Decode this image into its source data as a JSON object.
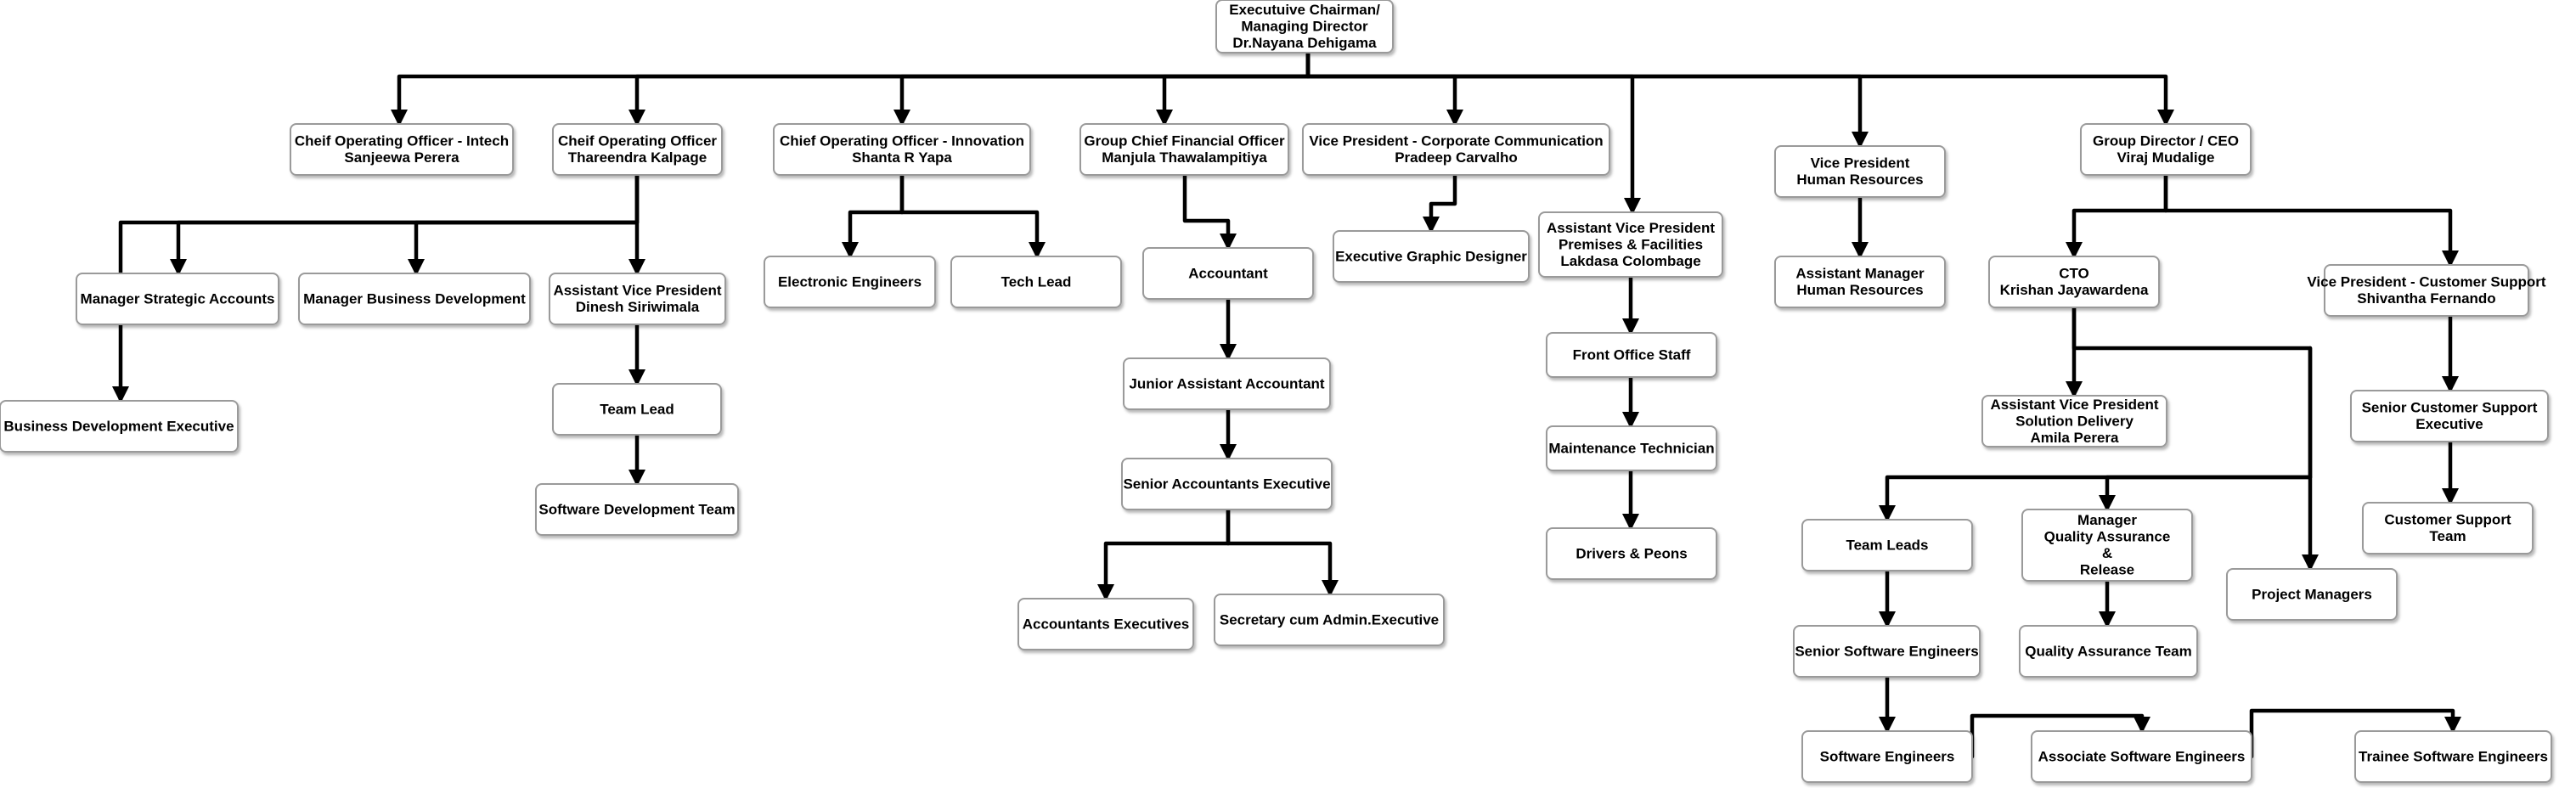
{
  "nodes": [
    {
      "id": "chairman",
      "lines": [
        "Executuive Chairman/",
        "Managing Director",
        "Dr.Nayana Dehigama"
      ]
    },
    {
      "id": "coo-intech",
      "lines": [
        "Cheif Operating Officer - Intech",
        "Sanjeewa Perera"
      ]
    },
    {
      "id": "coo-thareendra",
      "lines": [
        "Cheif Operating Officer",
        "Thareendra Kalpage"
      ]
    },
    {
      "id": "coo-innovation",
      "lines": [
        "Chief Operating Officer - Innovation",
        "Shanta R Yapa"
      ]
    },
    {
      "id": "cfo",
      "lines": [
        "Group Chief Financial Officer",
        "Manjula Thawalampitiya"
      ]
    },
    {
      "id": "vp-corp-comm",
      "lines": [
        "Vice President - Corporate Communication",
        "Pradeep Carvalho"
      ]
    },
    {
      "id": "vp-hr",
      "lines": [
        "Vice President",
        "Human Resources"
      ]
    },
    {
      "id": "group-ceo",
      "lines": [
        "Group Director / CEO",
        "Viraj Mudalige"
      ]
    },
    {
      "id": "mgr-strategic",
      "lines": [
        "Manager Strategic Accounts"
      ]
    },
    {
      "id": "mgr-bizdev",
      "lines": [
        "Manager Business Development"
      ]
    },
    {
      "id": "avp-dinesh",
      "lines": [
        "Assistant Vice President",
        "Dinesh Siriwimala"
      ]
    },
    {
      "id": "bde",
      "lines": [
        "Business Development Executive"
      ]
    },
    {
      "id": "team-lead-1",
      "lines": [
        "Team Lead"
      ]
    },
    {
      "id": "sw-dev-team",
      "lines": [
        "Software Development Team"
      ]
    },
    {
      "id": "electronic-eng",
      "lines": [
        "Electronic Engineers"
      ]
    },
    {
      "id": "tech-lead",
      "lines": [
        "Tech Lead"
      ]
    },
    {
      "id": "accountant",
      "lines": [
        "Accountant"
      ]
    },
    {
      "id": "jr-asst-accountant",
      "lines": [
        "Junior Assistant Accountant"
      ]
    },
    {
      "id": "sr-accountants-exec",
      "lines": [
        "Senior Accountants Executive"
      ]
    },
    {
      "id": "accountants-execs",
      "lines": [
        "Accountants Executives"
      ]
    },
    {
      "id": "secretary",
      "lines": [
        "Secretary  cum Admin.Executive"
      ]
    },
    {
      "id": "exec-graphic",
      "lines": [
        "Executive Graphic Designer"
      ]
    },
    {
      "id": "avp-premises",
      "lines": [
        "Assistant Vice President",
        "Premises & Facilities",
        "Lakdasa Colombage"
      ]
    },
    {
      "id": "front-office",
      "lines": [
        "Front Office Staff"
      ]
    },
    {
      "id": "maintenance",
      "lines": [
        "Maintenance Technician"
      ]
    },
    {
      "id": "drivers",
      "lines": [
        "Drivers & Peons"
      ]
    },
    {
      "id": "asst-mgr-hr",
      "lines": [
        "Assistant Manager",
        "Human Resources"
      ]
    },
    {
      "id": "cto",
      "lines": [
        "CTO",
        "Krishan Jayawardena"
      ]
    },
    {
      "id": "vp-cust-support",
      "lines": [
        "Vice President - Customer Support",
        "Shivantha Fernando"
      ]
    },
    {
      "id": "avp-solution",
      "lines": [
        "Assistant Vice President",
        "Solution Delivery",
        "Amila Perera"
      ]
    },
    {
      "id": "team-leads",
      "lines": [
        "Team Leads"
      ]
    },
    {
      "id": "mgr-qa",
      "lines": [
        "Manager",
        "Quality Assurance",
        "&",
        "Release"
      ]
    },
    {
      "id": "project-managers",
      "lines": [
        "Project Managers"
      ]
    },
    {
      "id": "sr-sw-eng",
      "lines": [
        "Senior Software Engineers"
      ]
    },
    {
      "id": "qa-team",
      "lines": [
        "Quality Assurance Team"
      ]
    },
    {
      "id": "sw-eng",
      "lines": [
        "Software Engineers"
      ]
    },
    {
      "id": "assoc-sw-eng",
      "lines": [
        "Associate Software Engineers"
      ]
    },
    {
      "id": "trainee-sw-eng",
      "lines": [
        "Trainee Software Engineers"
      ]
    },
    {
      "id": "sr-cust-support",
      "lines": [
        "Senior Customer Support",
        "Executive"
      ]
    },
    {
      "id": "cust-support-team",
      "lines": [
        "Customer Support",
        "Team"
      ]
    }
  ]
}
